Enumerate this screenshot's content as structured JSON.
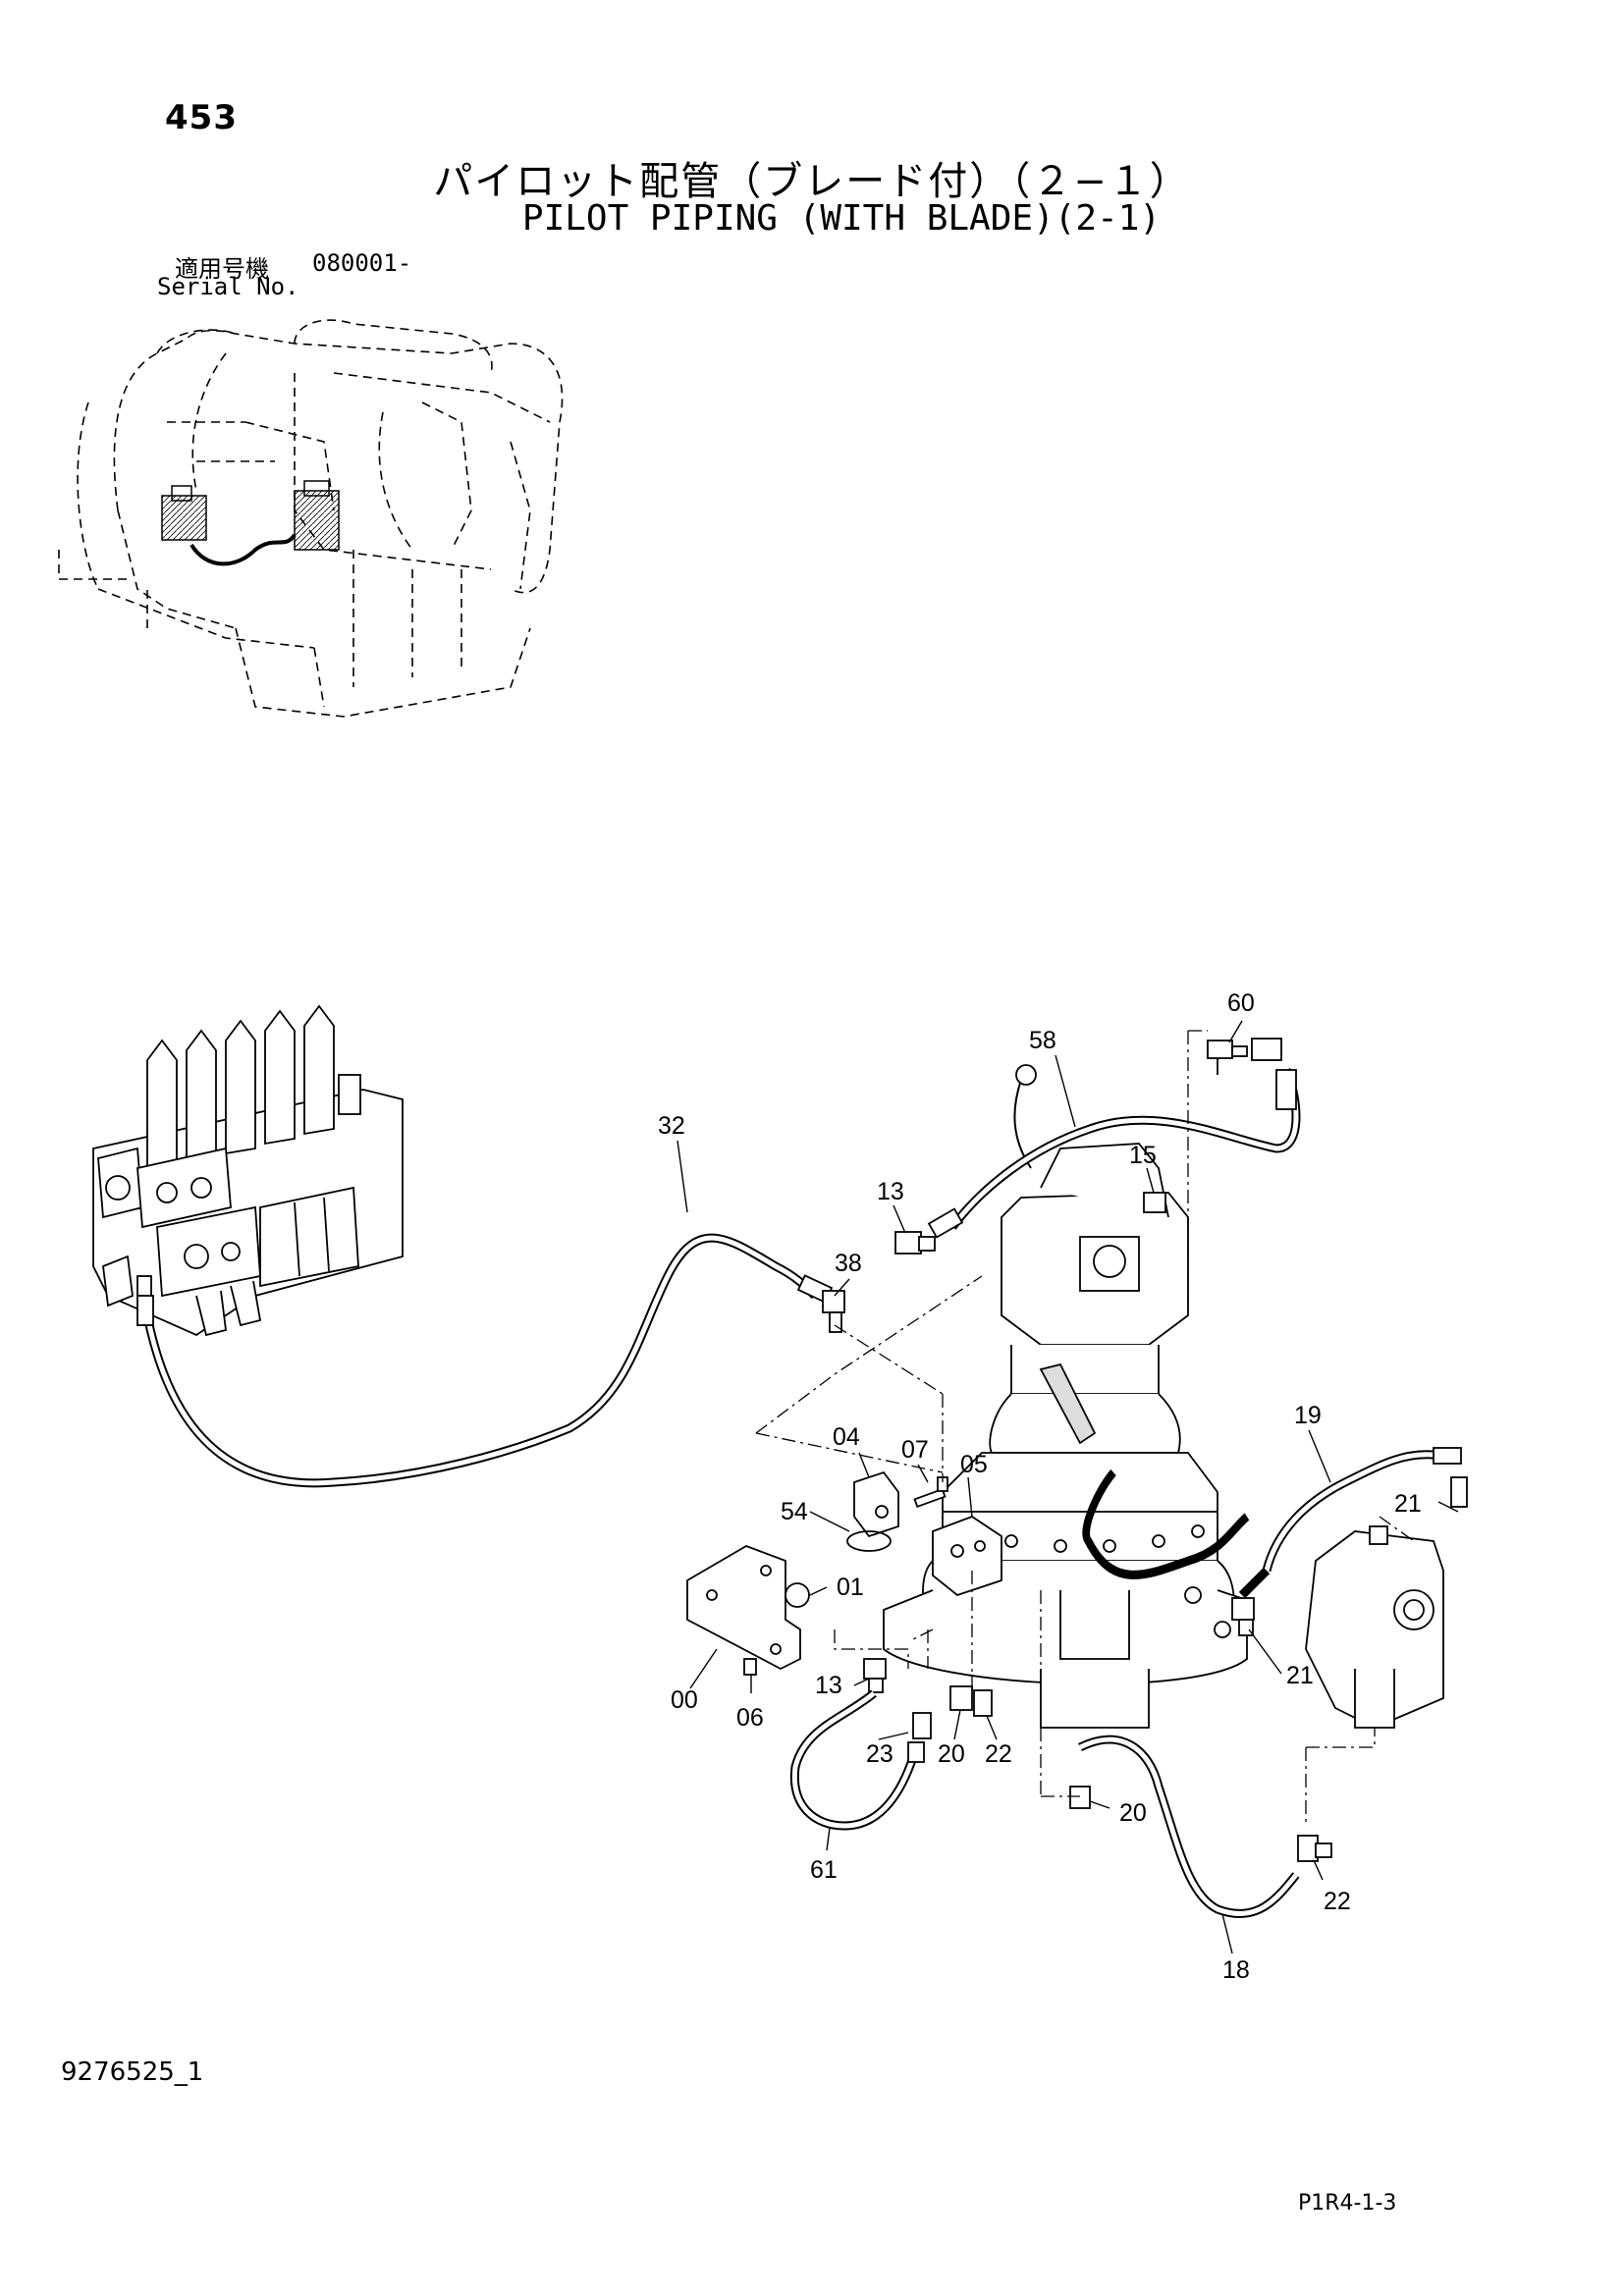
{
  "header": {
    "page_number": "453",
    "title_jp": "パイロット配管（ブレード付）（２−１）",
    "title_en": "PILOT PIPING (WITH BLADE)(2-1)",
    "serial_label_jp": "適用号機",
    "serial_from": "080001-",
    "serial_label_en": "Serial No."
  },
  "footer": {
    "doc_number": "9276525_1",
    "page_code": "P1R4-1-3"
  },
  "callouts": [
    "60",
    "58",
    "15",
    "13",
    "32",
    "38",
    "04",
    "07",
    "05",
    "54",
    "01",
    "19",
    "21",
    "21",
    "00",
    "06",
    "13",
    "23",
    "20",
    "22",
    "20",
    "22",
    "61",
    "18"
  ]
}
